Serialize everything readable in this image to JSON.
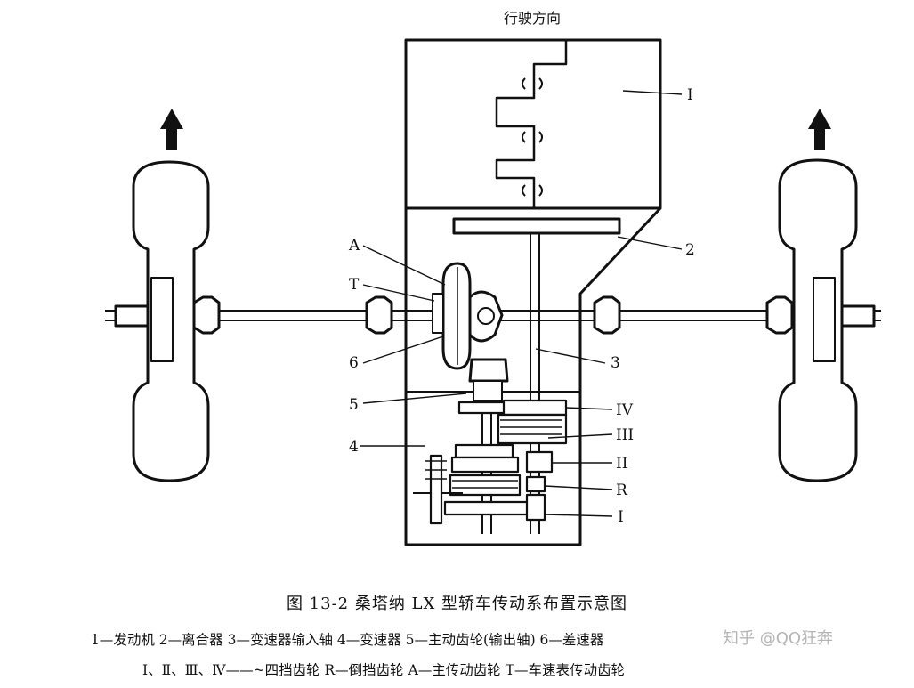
{
  "diagram": {
    "direction_label": "行驶方向",
    "callouts": {
      "engine": "I",
      "clutch": "2",
      "input_shaft": "3",
      "gearbox": "4",
      "drive_gear": "5",
      "differential": "6",
      "final_drive": "A",
      "speedo_gear": "T",
      "gear_4": "IV",
      "gear_3": "III",
      "gear_2": "II",
      "gear_reverse": "R",
      "gear_1": "I"
    }
  },
  "caption": {
    "title": "图 13-2   桑塔纳 LX 型轿车传动系布置示意图",
    "legend_line_1": "1—发动机   2—离合器   3—变速器输入轴   4—变速器   5—主动齿轮(输出轴)   6—差速器",
    "legend_line_2": "Ⅰ、Ⅱ、Ⅲ、Ⅳ——~四挡齿轮   R—倒挡齿轮   A—主传动齿轮   T—车速表传动齿轮"
  },
  "watermark": "知乎 @QQ狂奔"
}
